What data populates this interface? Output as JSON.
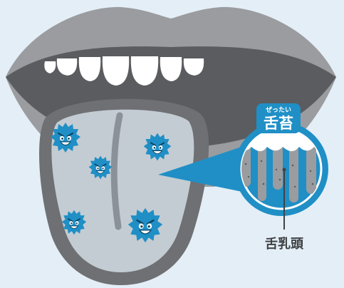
{
  "callout": {
    "ruby": "ぜったい",
    "title": "舌苔"
  },
  "pointer_label": "舌乳頭",
  "colors": {
    "background": "#e4eef6",
    "lips": "#9a9c9f",
    "mouth_interior": "#5a5c5f",
    "tongue_outer": "#6e7073",
    "tongue_surface": "#c4ccd3",
    "germ": "#1f8fc6",
    "callout_blue": "#1f8fc6",
    "callout_dark": "#3f4245"
  },
  "germs": [
    {
      "name": "germ-1",
      "icon": "germ-icon"
    },
    {
      "name": "germ-2",
      "icon": "germ-icon"
    },
    {
      "name": "germ-3",
      "icon": "germ-icon"
    },
    {
      "name": "germ-4",
      "icon": "germ-icon"
    },
    {
      "name": "germ-5",
      "icon": "germ-icon"
    }
  ]
}
